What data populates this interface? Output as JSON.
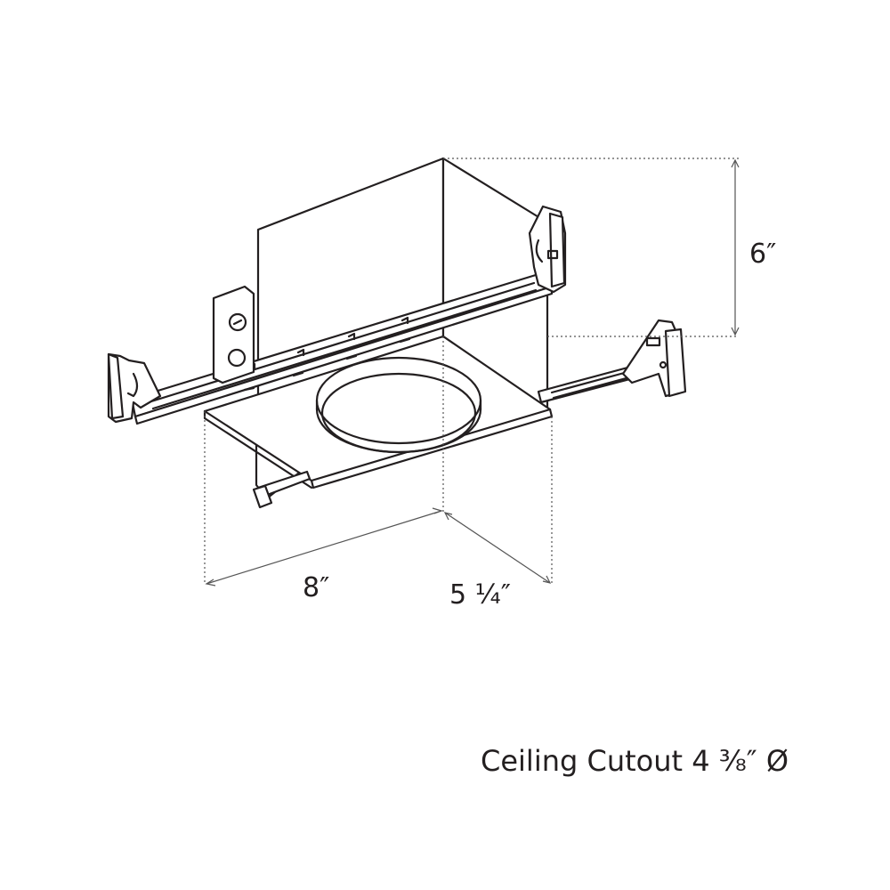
{
  "dimensions": {
    "height": "6″",
    "length": "8″",
    "width": "5 ¼″"
  },
  "caption": "Ceiling Cutout 4 ⅜″ Ø"
}
